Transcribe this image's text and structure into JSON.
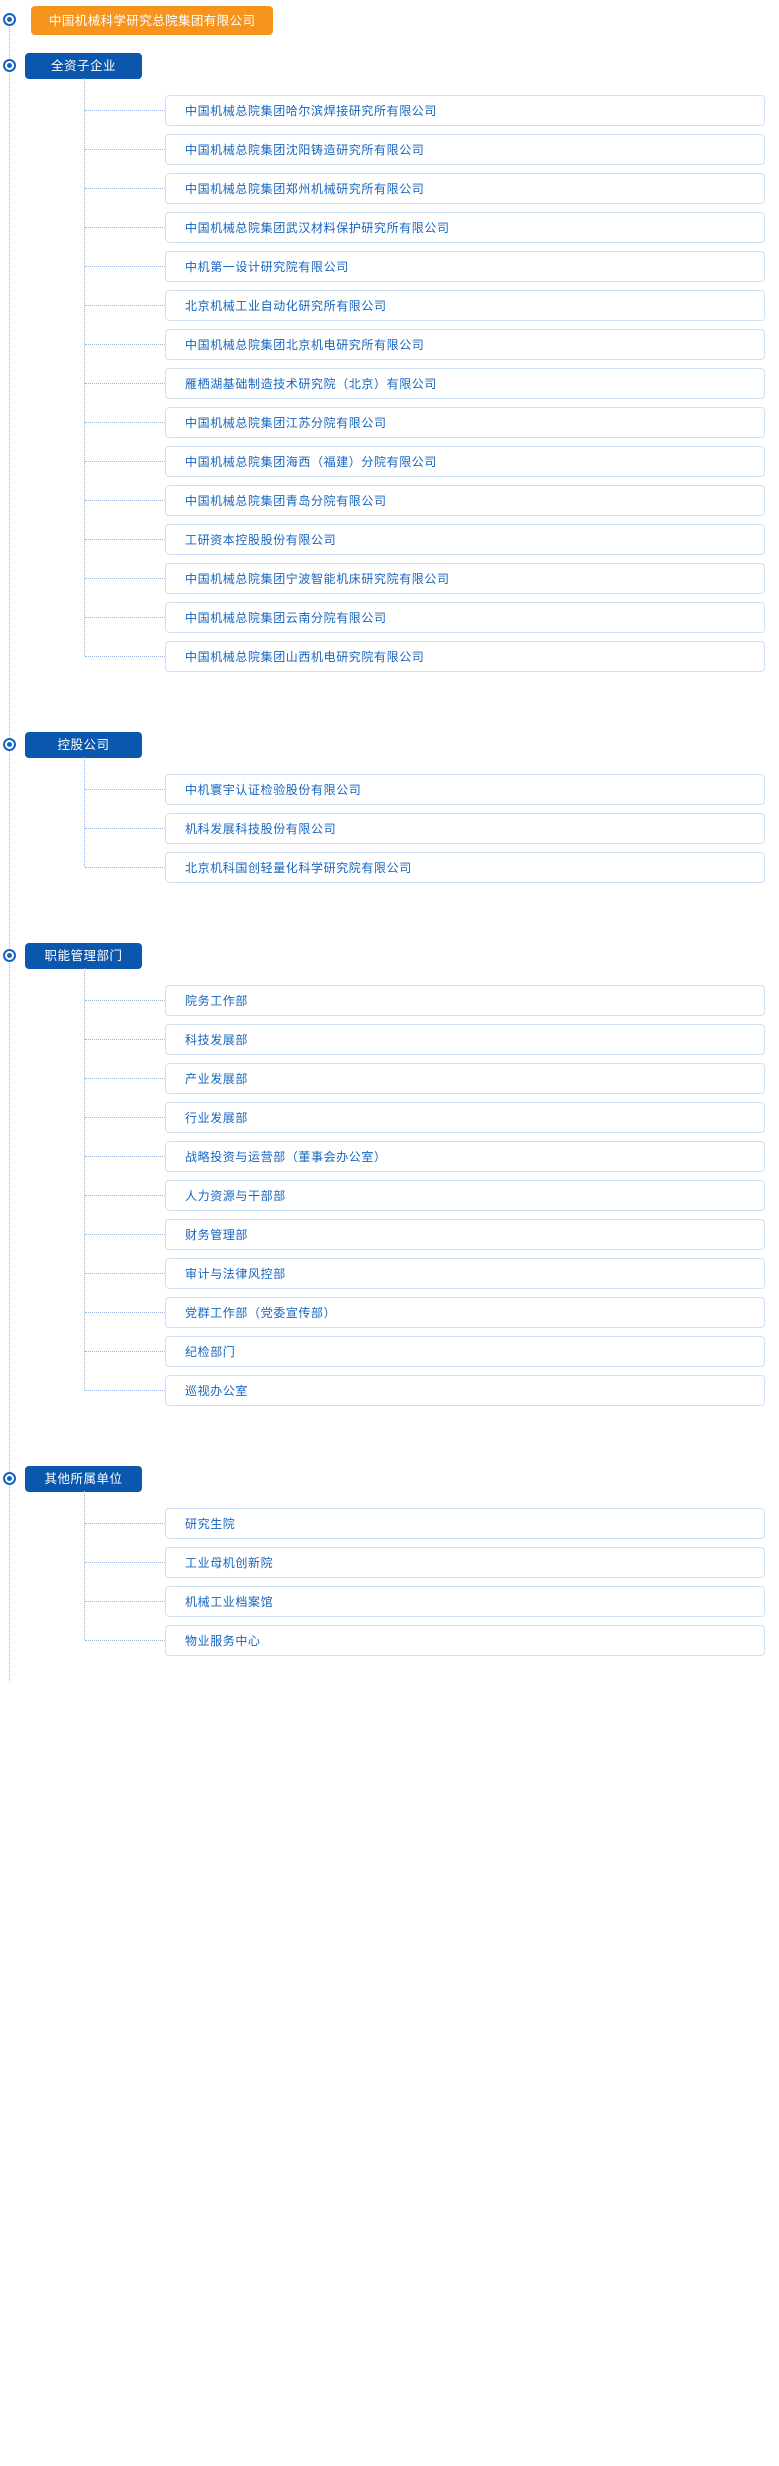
{
  "root": {
    "label": "中国机械科学研究总院集团有限公司",
    "color": "#f7941d",
    "marker_icon": "node-dot-icon"
  },
  "theme": {
    "section_color": "#0b57ad",
    "item_text_color": "#1565c0",
    "item_border_color": "#cfe0f2",
    "connector_color": "#9cb8dc"
  },
  "sections": [
    {
      "label": "全资子企业",
      "items": [
        "中国机械总院集团哈尔滨焊接研究所有限公司",
        "中国机械总院集团沈阳铸造研究所有限公司",
        "中国机械总院集团郑州机械研究所有限公司",
        "中国机械总院集团武汉材料保护研究所有限公司",
        "中机第一设计研究院有限公司",
        "北京机械工业自动化研究所有限公司",
        "中国机械总院集团北京机电研究所有限公司",
        "雁栖湖基础制造技术研究院（北京）有限公司",
        "中国机械总院集团江苏分院有限公司",
        "中国机械总院集团海西（福建）分院有限公司",
        "中国机械总院集团青岛分院有限公司",
        "工研资本控股股份有限公司",
        "中国机械总院集团宁波智能机床研究院有限公司",
        "中国机械总院集团云南分院有限公司",
        "中国机械总院集团山西机电研究院有限公司"
      ]
    },
    {
      "label": "控股公司",
      "items": [
        "中机寰宇认证检验股份有限公司",
        "机科发展科技股份有限公司",
        "北京机科国创轻量化科学研究院有限公司"
      ]
    },
    {
      "label": "职能管理部门",
      "items": [
        "院务工作部",
        "科技发展部",
        "产业发展部",
        "行业发展部",
        "战略投资与运营部（董事会办公室）",
        "人力资源与干部部",
        "财务管理部",
        "审计与法律风控部",
        "党群工作部（党委宣传部）",
        "纪检部门",
        "巡视办公室"
      ]
    },
    {
      "label": "其他所属单位",
      "items": [
        "研究生院",
        "工业母机创新院",
        "机械工业档案馆",
        "物业服务中心"
      ]
    }
  ]
}
